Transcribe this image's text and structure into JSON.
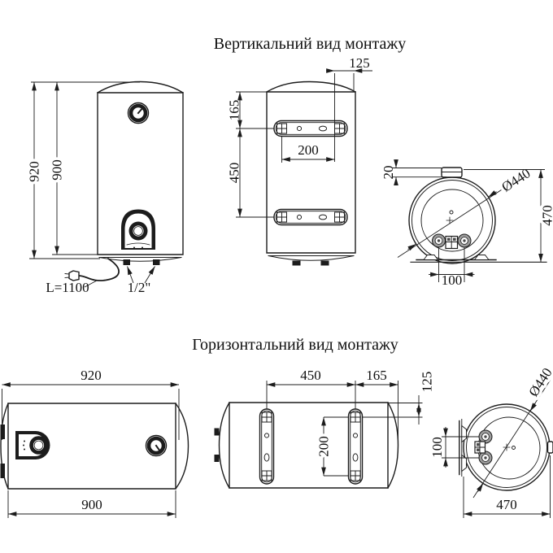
{
  "colors": {
    "ink": "#1c1c1c",
    "background": "#ffffff",
    "pipe_fill": "#9c9c9c"
  },
  "vertical_section": {
    "title": "Вертикальний вид монтажу",
    "front": {
      "overall_height": "920",
      "body_height": "900",
      "cable_length": "L=1100",
      "pipe_size": "1/2\""
    },
    "back": {
      "edge_offset": "125",
      "top_to_bracket": "165",
      "bracket_spacing": "450",
      "hole_spacing": "200"
    },
    "bottom": {
      "bracket_thickness": "20",
      "diameter": "Ø440",
      "overall_depth": "470",
      "pipe_spacing": "100"
    }
  },
  "horizontal_section": {
    "title": "Горизонтальний вид монтажу",
    "front": {
      "overall_length": "920",
      "body_length": "900"
    },
    "back": {
      "bracket_spacing": "450",
      "end_offset": "165",
      "surface_to_hole": "125",
      "hole_spacing": "200"
    },
    "side": {
      "diameter": "Ø440",
      "pipe_spacing": "100",
      "overall_depth": "470"
    }
  }
}
